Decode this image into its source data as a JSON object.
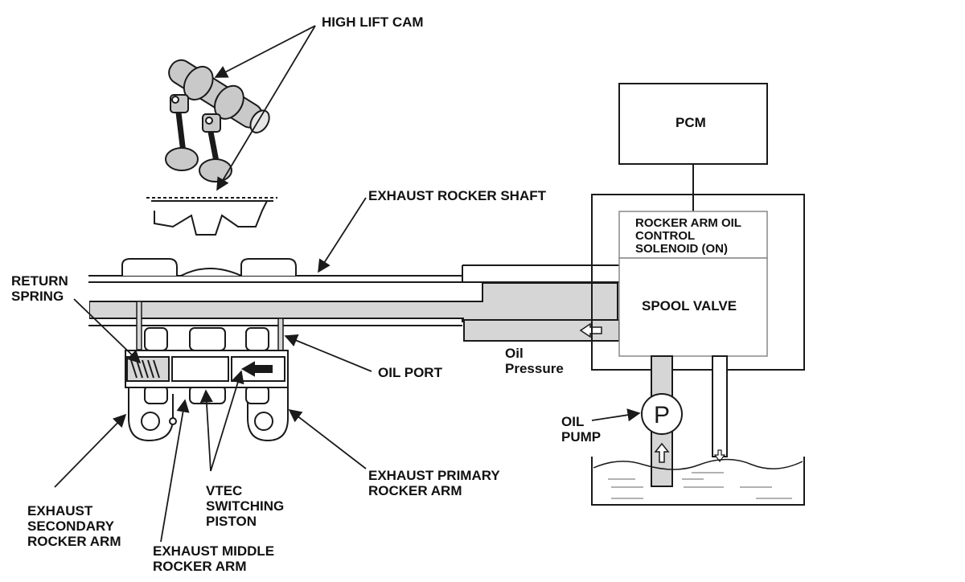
{
  "labels": {
    "high_lift_cam": "HIGH LIFT CAM",
    "exhaust_rocker_shaft": "EXHAUST ROCKER SHAFT",
    "pcm": "PCM",
    "solenoid_line1": "ROCKER ARM OIL",
    "solenoid_line2": "CONTROL",
    "solenoid_line3": "SOLENOID (ON)",
    "spool_valve": "SPOOL VALVE",
    "return_spring_line1": "RETURN",
    "return_spring_line2": "SPRING",
    "oil_port": "OIL PORT",
    "oil_pressure_line1": "Oil",
    "oil_pressure_line2": "Pressure",
    "oil_pump_line1": "OIL",
    "oil_pump_line2": "PUMP",
    "pump_symbol": "P",
    "primary_line1": "EXHAUST PRIMARY",
    "primary_line2": "ROCKER ARM",
    "vtec_line1": "VTEC",
    "vtec_line2": "SWITCHING",
    "vtec_line3": "PISTON",
    "secondary_line1": "EXHAUST",
    "secondary_line2": "SECONDARY",
    "secondary_line3": "ROCKER ARM",
    "middle_line1": "EXHAUST MIDDLE",
    "middle_line2": "ROCKER ARM"
  },
  "colors": {
    "line": "#1a1a1a",
    "oil_fill": "#d6d6d6",
    "cam_fill": "#c9c9c9",
    "background": "#ffffff"
  }
}
